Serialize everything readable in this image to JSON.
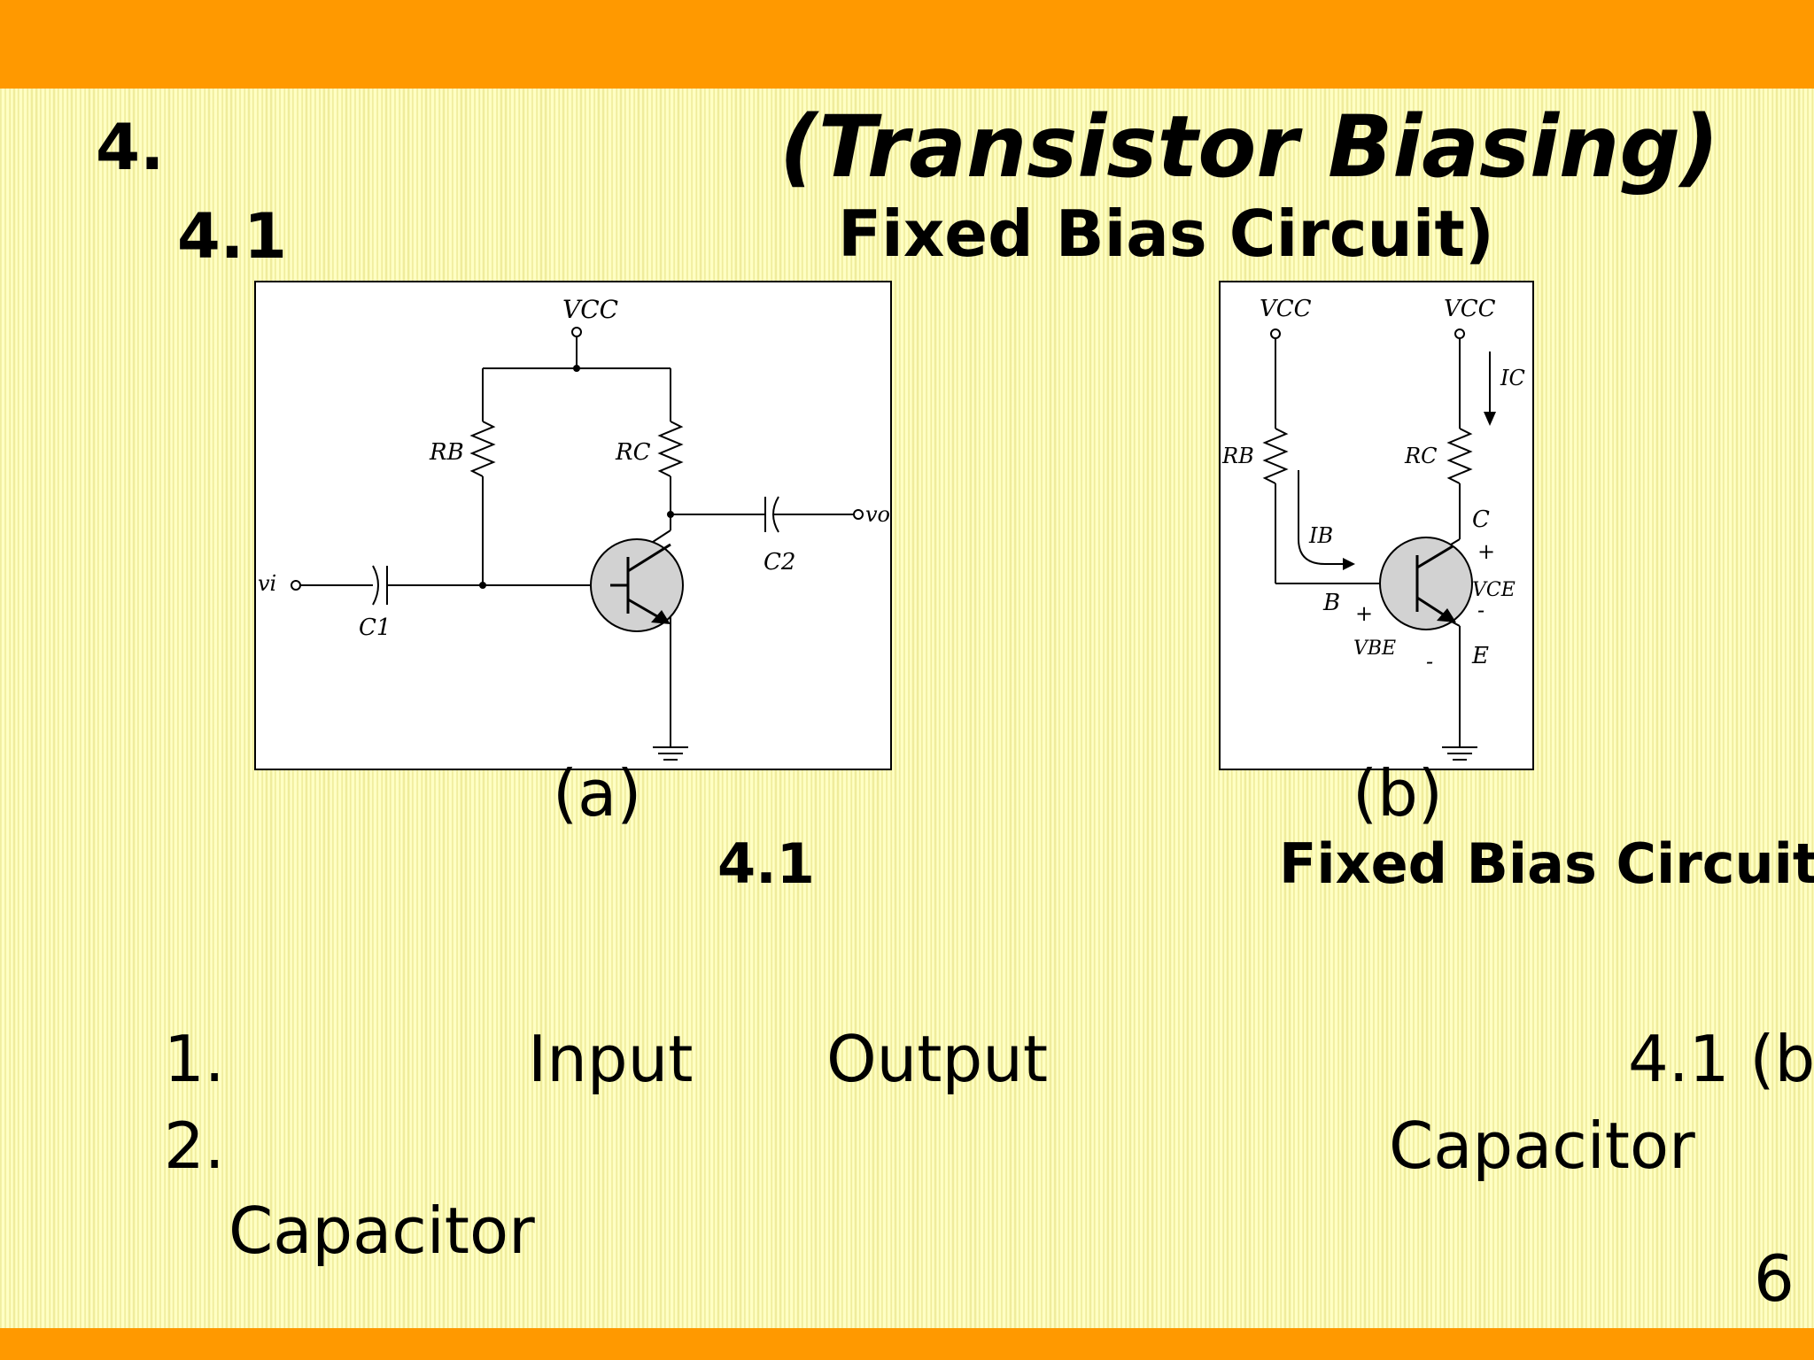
{
  "heading": {
    "section_number": "4.",
    "title": "(Transistor Biasing)",
    "subsection_number": "4.1",
    "subsection_title": "Fixed Bias Circuit)"
  },
  "figure": {
    "panel_a": {
      "label": "(a)",
      "vcc": "VCC",
      "rb": "RB",
      "rc": "RC",
      "vi": "vi",
      "vo": "vo",
      "c1": "C1",
      "c2": "C2"
    },
    "panel_b": {
      "label": "(b)",
      "vcc_base": "VCC",
      "vcc_collector": "VCC",
      "ic": "IC",
      "rb": "RB",
      "rc": "RC",
      "ib": "IB",
      "b": "B",
      "c": "C",
      "e": "E",
      "vce": "VCE",
      "vbe": "VBE",
      "plus": "+",
      "minus": "-"
    },
    "caption_number": "4.1",
    "caption_title": "Fixed Bias Circuit)"
  },
  "body": {
    "line1": {
      "number": "1.",
      "word_input": "Input",
      "word_output": "Output",
      "ref": "4.1 (b"
    },
    "line2": {
      "number": "2.",
      "word": "Capacitor"
    },
    "line3": {
      "word": "Capacitor"
    }
  },
  "page_number": "6",
  "colors": {
    "bar": "#ff9900",
    "background": "#ffffc4",
    "transistor_fill": "#d2d2d2"
  }
}
